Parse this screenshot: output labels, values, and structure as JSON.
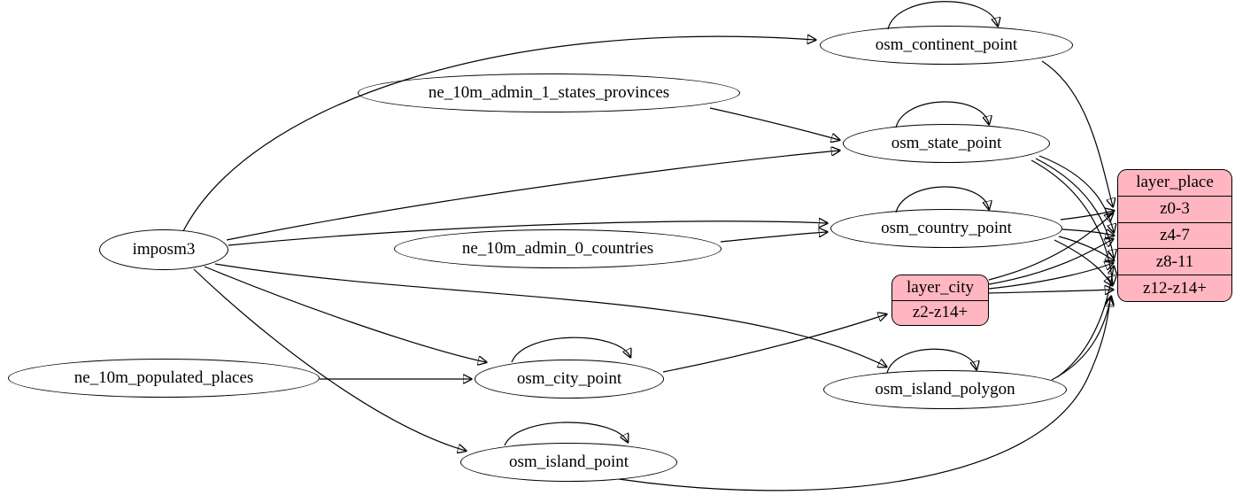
{
  "colors": {
    "background": "#ffffff",
    "table_node_fill": "#ffffff",
    "layer_record_fill": "#ffb6c1",
    "edge_stroke": "#000000",
    "text": "#000000"
  },
  "nodes": {
    "imposm3": {
      "label": "imposm3"
    },
    "ne_10m_admin_1_states_provinces": {
      "label": "ne_10m_admin_1_states_provinces"
    },
    "ne_10m_admin_0_countries": {
      "label": "ne_10m_admin_0_countries"
    },
    "ne_10m_populated_places": {
      "label": "ne_10m_populated_places"
    },
    "osm_continent_point": {
      "label": "osm_continent_point",
      "self_loop": true
    },
    "osm_state_point": {
      "label": "osm_state_point",
      "self_loop": true
    },
    "osm_country_point": {
      "label": "osm_country_point",
      "self_loop": true
    },
    "osm_city_point": {
      "label": "osm_city_point",
      "self_loop": true
    },
    "osm_island_polygon": {
      "label": "osm_island_polygon",
      "self_loop": true
    },
    "osm_island_point": {
      "label": "osm_island_point",
      "self_loop": true
    }
  },
  "records": {
    "layer_place": {
      "title": "layer_place",
      "rows": [
        "z0-3",
        "z4-7",
        "z8-11",
        "z12-z14+"
      ]
    },
    "layer_city": {
      "title": "layer_city",
      "rows": [
        "z2-z14+"
      ]
    }
  },
  "edges": [
    {
      "from": "imposm3",
      "to": "osm_continent_point"
    },
    {
      "from": "imposm3",
      "to": "osm_state_point"
    },
    {
      "from": "imposm3",
      "to": "osm_country_point"
    },
    {
      "from": "imposm3",
      "to": "osm_city_point"
    },
    {
      "from": "imposm3",
      "to": "osm_island_polygon"
    },
    {
      "from": "imposm3",
      "to": "osm_island_point"
    },
    {
      "from": "ne_10m_admin_1_states_provinces",
      "to": "osm_state_point"
    },
    {
      "from": "ne_10m_admin_0_countries",
      "to": "osm_country_point"
    },
    {
      "from": "ne_10m_populated_places",
      "to": "osm_city_point"
    },
    {
      "from": "osm_continent_point",
      "to": "osm_continent_point"
    },
    {
      "from": "osm_state_point",
      "to": "osm_state_point"
    },
    {
      "from": "osm_country_point",
      "to": "osm_country_point"
    },
    {
      "from": "osm_city_point",
      "to": "osm_city_point"
    },
    {
      "from": "osm_island_polygon",
      "to": "osm_island_polygon"
    },
    {
      "from": "osm_island_point",
      "to": "osm_island_point"
    },
    {
      "from": "osm_continent_point",
      "to": "layer_place",
      "row": "z0-3"
    },
    {
      "from": "osm_country_point",
      "to": "layer_place",
      "row": "z0-3"
    },
    {
      "from": "osm_country_point",
      "to": "layer_place",
      "row": "z4-7"
    },
    {
      "from": "osm_country_point",
      "to": "layer_place",
      "row": "z8-11"
    },
    {
      "from": "osm_country_point",
      "to": "layer_place",
      "row": "z12-z14+"
    },
    {
      "from": "osm_state_point",
      "to": "layer_place",
      "row": "z4-7"
    },
    {
      "from": "osm_state_point",
      "to": "layer_place",
      "row": "z8-11"
    },
    {
      "from": "osm_state_point",
      "to": "layer_place",
      "row": "z12-z14+"
    },
    {
      "from": "osm_island_polygon",
      "to": "layer_place",
      "row": "z8-11"
    },
    {
      "from": "osm_island_polygon",
      "to": "layer_place",
      "row": "z12-z14+"
    },
    {
      "from": "osm_island_point",
      "to": "layer_place",
      "row": "z12-z14+"
    },
    {
      "from": "osm_city_point",
      "to": "layer_city",
      "row": "z2-z14+"
    },
    {
      "from": "layer_city",
      "to": "layer_place",
      "row": "z0-3"
    },
    {
      "from": "layer_city",
      "to": "layer_place",
      "row": "z4-7"
    },
    {
      "from": "layer_city",
      "to": "layer_place",
      "row": "z8-11"
    },
    {
      "from": "layer_city",
      "to": "layer_place",
      "row": "z12-z14+"
    }
  ]
}
